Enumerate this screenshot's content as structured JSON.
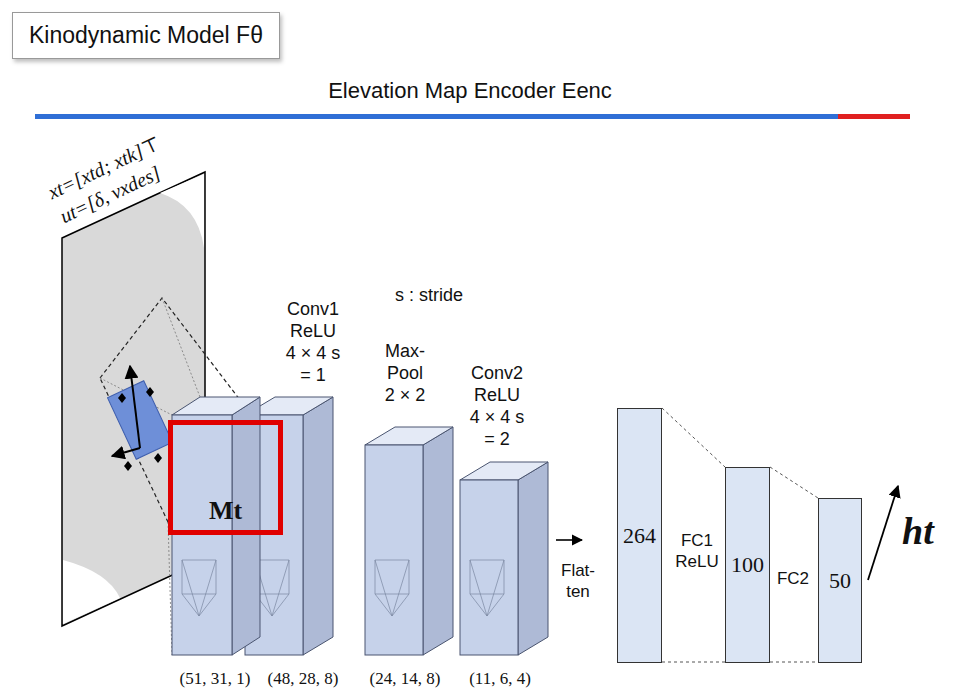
{
  "diagram": {
    "title": "Elevation Map Encoder Eenc",
    "nodes": [
      {
        "text": [
          "Kinodynamic Model Fθ"
        ]
      },
      {
        "text": [
          "Mt"
        ]
      },
      {
        "text": [
          "264"
        ]
      },
      {
        "text": [
          "100"
        ]
      },
      {
        "text": [
          "50"
        ]
      }
    ],
    "edges": [
      {
        "from": 2,
        "to": 3,
        "arrow": "none"
      },
      {
        "from": 3,
        "to": 4,
        "arrow": "none"
      }
    ],
    "labels": [
      "xt=[xtd; xtk]⊤",
      "ut=[δ, vxdes]",
      "Conv1 ReLU 4 × 4 s = 1",
      "s : stride",
      "Max-Pool 2 × 2",
      "Conv2 ReLU 4 × 4 s = 2",
      "(51, 31, 1)",
      "(48, 28, 8)",
      "(24, 14, 8)",
      "(11, 6, 4)",
      "Flat- ten",
      "FC1 ReLU",
      "FC2",
      "ht"
    ]
  }
}
